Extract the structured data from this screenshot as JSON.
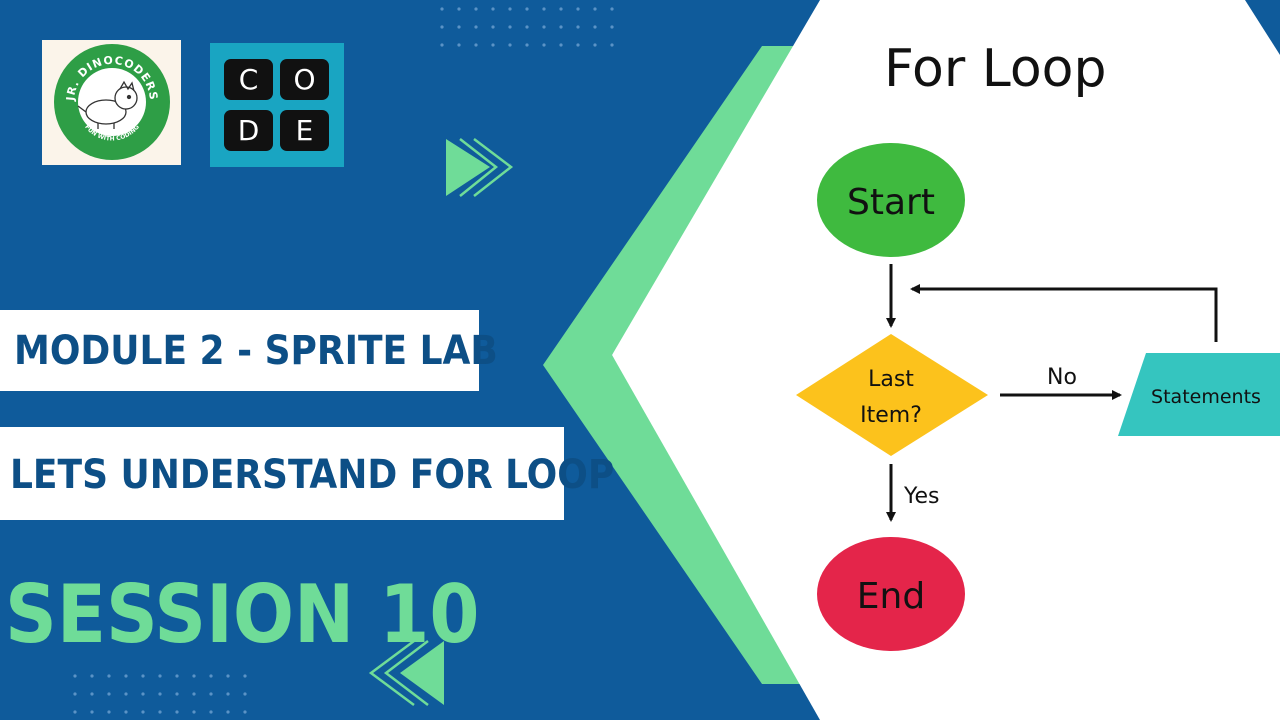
{
  "logos": {
    "dino": {
      "ring_text": "JR. DINOCODERS",
      "tagline": "FUN WITH CODING"
    },
    "code": {
      "letters": [
        "C",
        "O",
        "D",
        "E"
      ]
    }
  },
  "module_title": "MODULE 2 - SPRITE LAB",
  "lesson_title": "LETS UNDERSTAND FOR LOOP",
  "session_title": "SESSION 10",
  "flowchart": {
    "title": "For Loop",
    "start": "Start",
    "decision_line1": "Last",
    "decision_line2": "Item?",
    "no_label": "No",
    "yes_label": "Yes",
    "statements": "Statements",
    "end": "End"
  },
  "colors": {
    "background": "#0f5b9b",
    "accent_green": "#6fdc98",
    "start": "#3fba3f",
    "decision": "#fcc21c",
    "statements": "#35c5bf",
    "end": "#e4254a"
  }
}
